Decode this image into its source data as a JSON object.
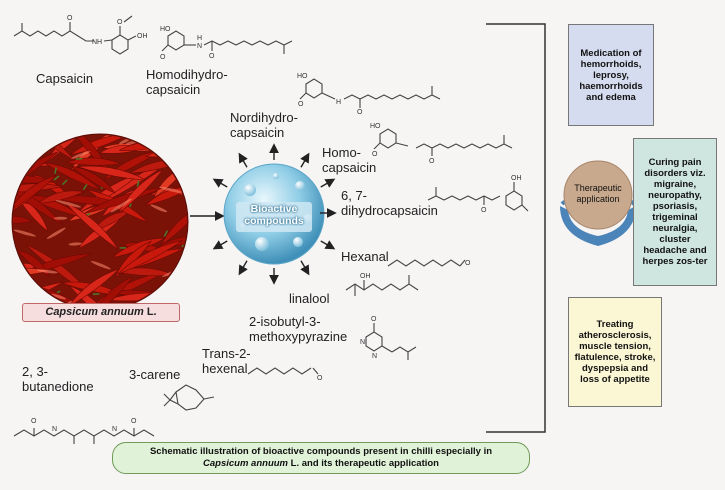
{
  "compounds": {
    "capsaicin": "Capsaicin",
    "homodihydro": "Homodihydro-\ncapsaicin",
    "nordihydro": "Nordihydro-\ncapsaicin",
    "homo": "Homo-\ncapsaicin",
    "dihydro": "6, 7-\ndihydrocapsaicin",
    "hexanal": "Hexanal",
    "linalool": "linalool",
    "pyrazine": "2-isobutyl-3-\nmethoxypyrazine",
    "hexenal": "Trans-2-\nhexenal",
    "carene": "3-carene",
    "butanedione": "2, 3-\nbutanedione"
  },
  "center_label": "Bioactive\ncompounds",
  "species_label": "Capsicum annuum",
  "species_suffix": " L.",
  "therapeutic_label": "Therapeutic\napplication",
  "boxes": {
    "box1": "Medication of hemorrhoids, leprosy, haemorrhoids and edema",
    "box2": "Curing pain disorders viz. migraine, neuropathy, psoriasis, trigeminal neuralgia, cluster headache and herpes zos-ter",
    "box3": "Treating atherosclerosis, muscle tension, flatulence, stroke, dyspepsia and loss of appetite"
  },
  "caption": {
    "line1": "Schematic illustration of bioactive compounds present in chilli especially in",
    "line2_italic": "Capsicum annuum",
    "line2_rest": " L.  and its therapeutic application"
  },
  "atoms": {
    "o": "O",
    "nh": "NH",
    "h": "H",
    "n": "N",
    "oh": "OH",
    "ho": "HO"
  },
  "colors": {
    "box1": "#d6dcef",
    "box2": "#cfe6e0",
    "box3": "#fbf6d4",
    "caption_bg": "#e0f2d8",
    "caption_border": "#6f9a58",
    "species_bg": "#f7dede",
    "species_border": "#c06868",
    "hands": "#4a84b8",
    "therapeutic_circle": "#c9a98d"
  },
  "icons": [
    "red-chilli-photo",
    "bioactive-sphere-icon",
    "hands-icon"
  ]
}
